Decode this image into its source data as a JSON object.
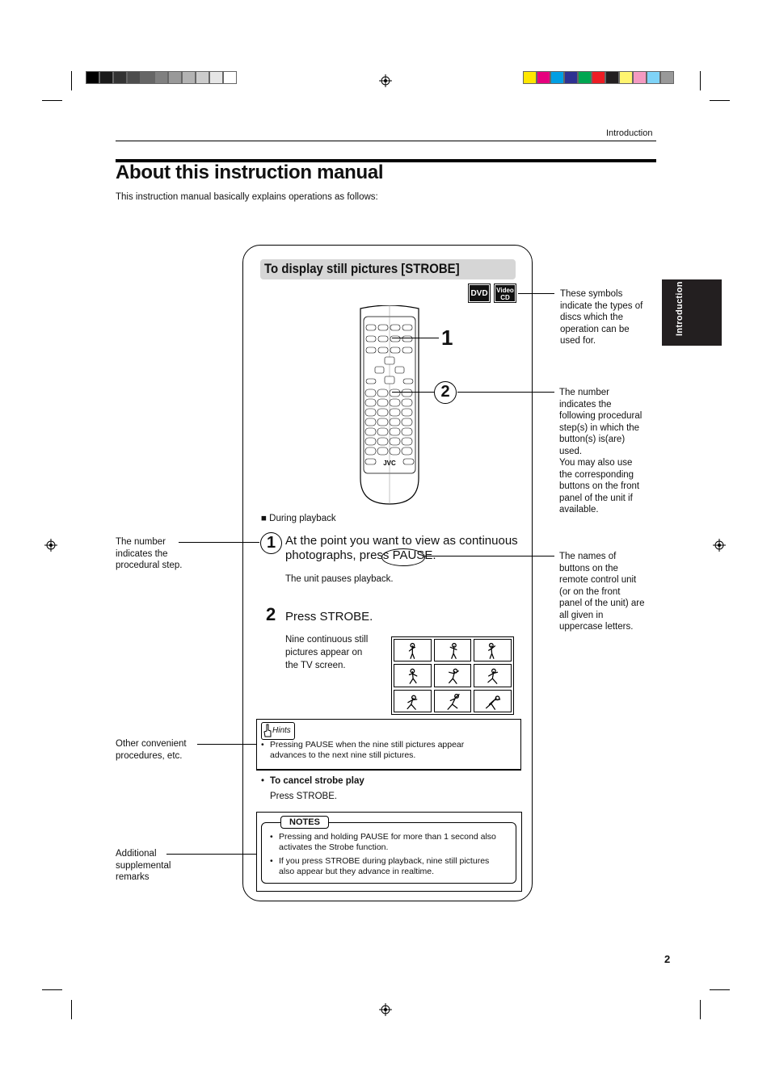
{
  "header": {
    "section": "Introduction",
    "title": "About this instruction manual",
    "intro": "This instruction manual basically explains operations as follows:"
  },
  "side_tab": {
    "label": "Introduction"
  },
  "sample": {
    "heading": "To display still pictures [STROBE]",
    "disc_icons": {
      "dvd": "DVD",
      "vcd_line1": "Video",
      "vcd_line2": "CD"
    },
    "remote_brand": "JVC",
    "callout_1": "1",
    "callout_2": "2",
    "condition": "■ During playback",
    "step1": {
      "number": "1",
      "text_line1": "At the point you want to view as continuous",
      "text_line2": "photographs, press PAUSE.",
      "result": "The unit pauses playback."
    },
    "step2": {
      "number": "2",
      "text": "Press STROBE.",
      "result_line1": "Nine continuous still",
      "result_line2": "pictures appear on",
      "result_line3": "the TV screen."
    },
    "hints": {
      "label": "Hints",
      "bullet_line1": "Pressing PAUSE when the nine still pictures appear",
      "bullet_line2": "advances to the next nine still pictures."
    },
    "cancel": {
      "title": "To cancel strobe play",
      "text": "Press STROBE."
    },
    "notes": {
      "label": "NOTES",
      "item1_line1": "Pressing and holding PAUSE for more than 1 second also",
      "item1_line2": "activates the Strobe function.",
      "item2_line1": "If you press STROBE during playback, nine still pictures",
      "item2_line2": "also appear but they advance in realtime."
    }
  },
  "annotations": {
    "symbols": [
      "These symbols",
      "indicate the types of",
      "discs which the",
      "operation can be",
      "used for."
    ],
    "number_step": [
      "The number",
      "indicates the",
      "following procedural",
      "step(s) in which the",
      "button(s) is(are)",
      "used.",
      "You may also use",
      "the corresponding",
      "buttons on the front",
      "panel of the unit if",
      "available."
    ],
    "names": [
      "The names of",
      "buttons on the",
      "remote control unit",
      "(or on the front",
      "panel of the unit) are",
      "all given in",
      "uppercase letters."
    ],
    "procedural": [
      "The number",
      "indicates the",
      "procedural step."
    ],
    "convenient": [
      "Other convenient",
      "procedures, etc."
    ],
    "supplemental": [
      "Additional",
      "supplemental",
      "remarks"
    ]
  },
  "colors": {
    "gray_swatches": [
      "#000000",
      "#1a1a1a",
      "#333333",
      "#4d4d4d",
      "#666666",
      "#808080",
      "#999999",
      "#b3b3b3",
      "#cccccc",
      "#e6e6e6",
      "#ffffff"
    ],
    "color_swatches": [
      "#ffe600",
      "#e6007e",
      "#009fe3",
      "#2e3192",
      "#00a651",
      "#ed1c24",
      "#231f20",
      "#fff46f",
      "#f49ac1",
      "#7fd3f7",
      "#999999"
    ],
    "tab": "#231f20",
    "heading_bar": "#d6d6d6"
  },
  "footer": {
    "page_number": "2"
  }
}
